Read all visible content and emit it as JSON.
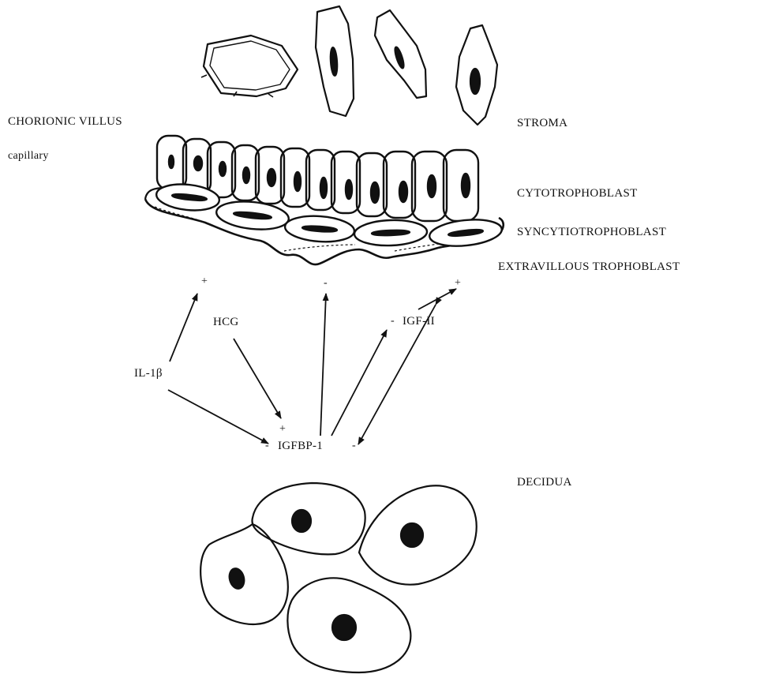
{
  "labels": {
    "chorionic_villus": "CHORIONIC VILLUS",
    "capillary": "capillary",
    "stroma": "STROMA",
    "cytotrophoblast": "CYTOTROPHOBLAST",
    "syncytiotrophoblast": "SYNCYTIOTROPHOBLAST",
    "extravillous_trophoblast": "EXTRAVILLOUS TROPHOBLAST",
    "decidua": "DECIDUA"
  },
  "factors": {
    "hcg": "HCG",
    "il1b": "IL-1β",
    "igf2": "IGF-II",
    "igfbp1": "IGFBP-1"
  },
  "signs": {
    "plus": "+",
    "minus": "-"
  }
}
